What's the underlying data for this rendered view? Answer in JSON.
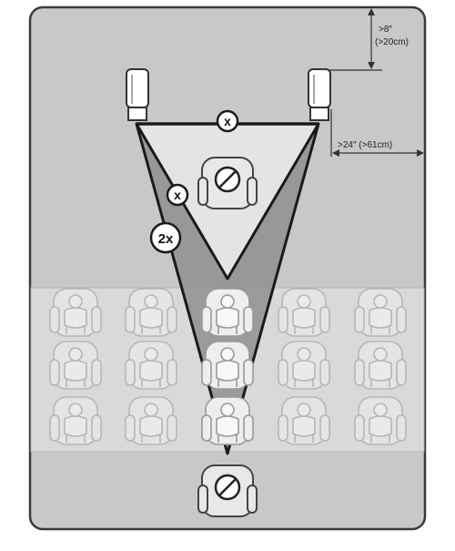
{
  "dimensions": {
    "height_clearance": {
      "imperial": ">8″",
      "metric": "(>20cm)"
    },
    "side_clearance": {
      "text": ">24″ (>61cm)"
    }
  },
  "markers": {
    "top_line": "x",
    "inner_line": "x",
    "outer_line": "2x"
  },
  "prohibited_symbol": "∅",
  "seat_grid": {
    "rows": 3,
    "columns": 5,
    "highlighted_column": 3
  },
  "colors": {
    "floor": "#c8c8c8",
    "border": "#3a3a3a",
    "light_triangle": "#e4e4e4",
    "dark_triangle": "#8f8f8f",
    "seat_band": "#d9d9d9",
    "ghost_seat": "#e6e6e6"
  }
}
